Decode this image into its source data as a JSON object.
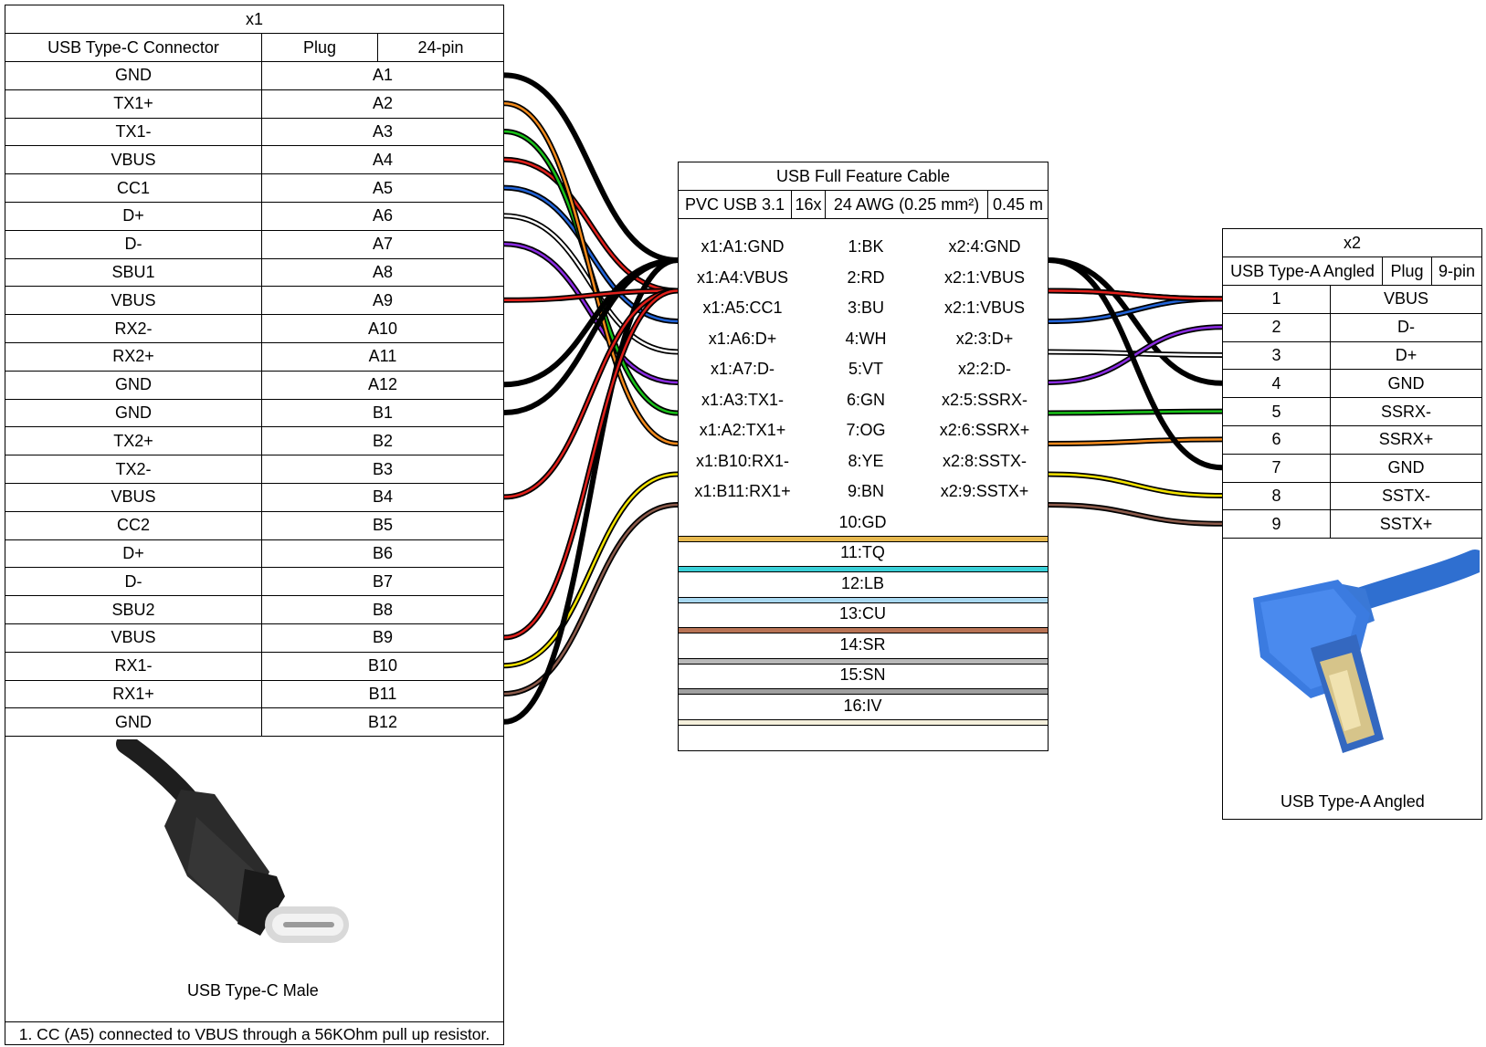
{
  "x1": {
    "title": "x1",
    "type": "USB Type-C Connector",
    "subtype": "Plug",
    "pincount": "24-pin",
    "pins": [
      {
        "name": "GND",
        "pin": "A1"
      },
      {
        "name": "TX1+",
        "pin": "A2"
      },
      {
        "name": "TX1-",
        "pin": "A3"
      },
      {
        "name": "VBUS",
        "pin": "A4"
      },
      {
        "name": "CC1",
        "pin": "A5"
      },
      {
        "name": "D+",
        "pin": "A6"
      },
      {
        "name": "D-",
        "pin": "A7"
      },
      {
        "name": "SBU1",
        "pin": "A8"
      },
      {
        "name": "VBUS",
        "pin": "A9"
      },
      {
        "name": "RX2-",
        "pin": "A10"
      },
      {
        "name": "RX2+",
        "pin": "A11"
      },
      {
        "name": "GND",
        "pin": "A12"
      },
      {
        "name": "GND",
        "pin": "B1"
      },
      {
        "name": "TX2+",
        "pin": "B2"
      },
      {
        "name": "TX2-",
        "pin": "B3"
      },
      {
        "name": "VBUS",
        "pin": "B4"
      },
      {
        "name": "CC2",
        "pin": "B5"
      },
      {
        "name": "D+",
        "pin": "B6"
      },
      {
        "name": "D-",
        "pin": "B7"
      },
      {
        "name": "SBU2",
        "pin": "B8"
      },
      {
        "name": "VBUS",
        "pin": "B9"
      },
      {
        "name": "RX1-",
        "pin": "B10"
      },
      {
        "name": "RX1+",
        "pin": "B11"
      },
      {
        "name": "GND",
        "pin": "B12"
      }
    ],
    "image_caption": "USB Type-C Male",
    "note": "1. CC (A5) connected to VBUS through a 56KOhm pull up resistor."
  },
  "cable": {
    "title": "USB Full Feature Cable",
    "spec": [
      "PVC USB 3.1",
      "16x",
      "24 AWG (0.25 mm²)",
      "0.45 m"
    ],
    "wires": [
      {
        "left": "x1:A1:GND",
        "mid": "1:BK",
        "right": "x2:4:GND",
        "color": "#000000"
      },
      {
        "left": "x1:A4:VBUS",
        "mid": "2:RD",
        "right": "x2:1:VBUS",
        "color": "#e0201b"
      },
      {
        "left": "x1:A5:CC1",
        "mid": "3:BU",
        "right": "x2:1:VBUS",
        "color": "#2264d8"
      },
      {
        "left": "x1:A6:D+",
        "mid": "4:WH",
        "right": "x2:3:D+",
        "color": "#ffffff"
      },
      {
        "left": "x1:A7:D-",
        "mid": "5:VT",
        "right": "x2:2:D-",
        "color": "#8a2be2"
      },
      {
        "left": "x1:A3:TX1-",
        "mid": "6:GN",
        "right": "x2:5:SSRX-",
        "color": "#18c218"
      },
      {
        "left": "x1:A2:TX1+",
        "mid": "7:OG",
        "right": "x2:6:SSRX+",
        "color": "#f28a1c"
      },
      {
        "left": "x1:B10:RX1-",
        "mid": "8:YE",
        "right": "x2:8:SSTX-",
        "color": "#f2e200"
      },
      {
        "left": "x1:B11:RX1+",
        "mid": "9:BN",
        "right": "x2:9:SSTX+",
        "color": "#8b5a4a"
      }
    ],
    "spare": [
      {
        "label": "10:GD",
        "color": "#e6b84e"
      },
      {
        "label": "11:TQ",
        "color": "#3ad0d8"
      },
      {
        "label": "12:LB",
        "color": "#a8d8f0"
      },
      {
        "label": "13:CU",
        "color": "#b87355"
      },
      {
        "label": "14:SR",
        "color": "#b8b8b8"
      },
      {
        "label": "15:SN",
        "color": "#a0a0a0"
      },
      {
        "label": "16:IV",
        "color": "#f5f0dc"
      }
    ]
  },
  "x2": {
    "title": "x2",
    "type": "USB Type-A Angled",
    "subtype": "Plug",
    "pincount": "9-pin",
    "pins": [
      {
        "num": "1",
        "name": "VBUS"
      },
      {
        "num": "2",
        "name": "D-"
      },
      {
        "num": "3",
        "name": "D+"
      },
      {
        "num": "4",
        "name": "GND"
      },
      {
        "num": "5",
        "name": "SSRX-"
      },
      {
        "num": "6",
        "name": "SSRX+"
      },
      {
        "num": "7",
        "name": "GND"
      },
      {
        "num": "8",
        "name": "SSTX-"
      },
      {
        "num": "9",
        "name": "SSTX+"
      }
    ],
    "image_caption": "USB Type-A Angled"
  }
}
